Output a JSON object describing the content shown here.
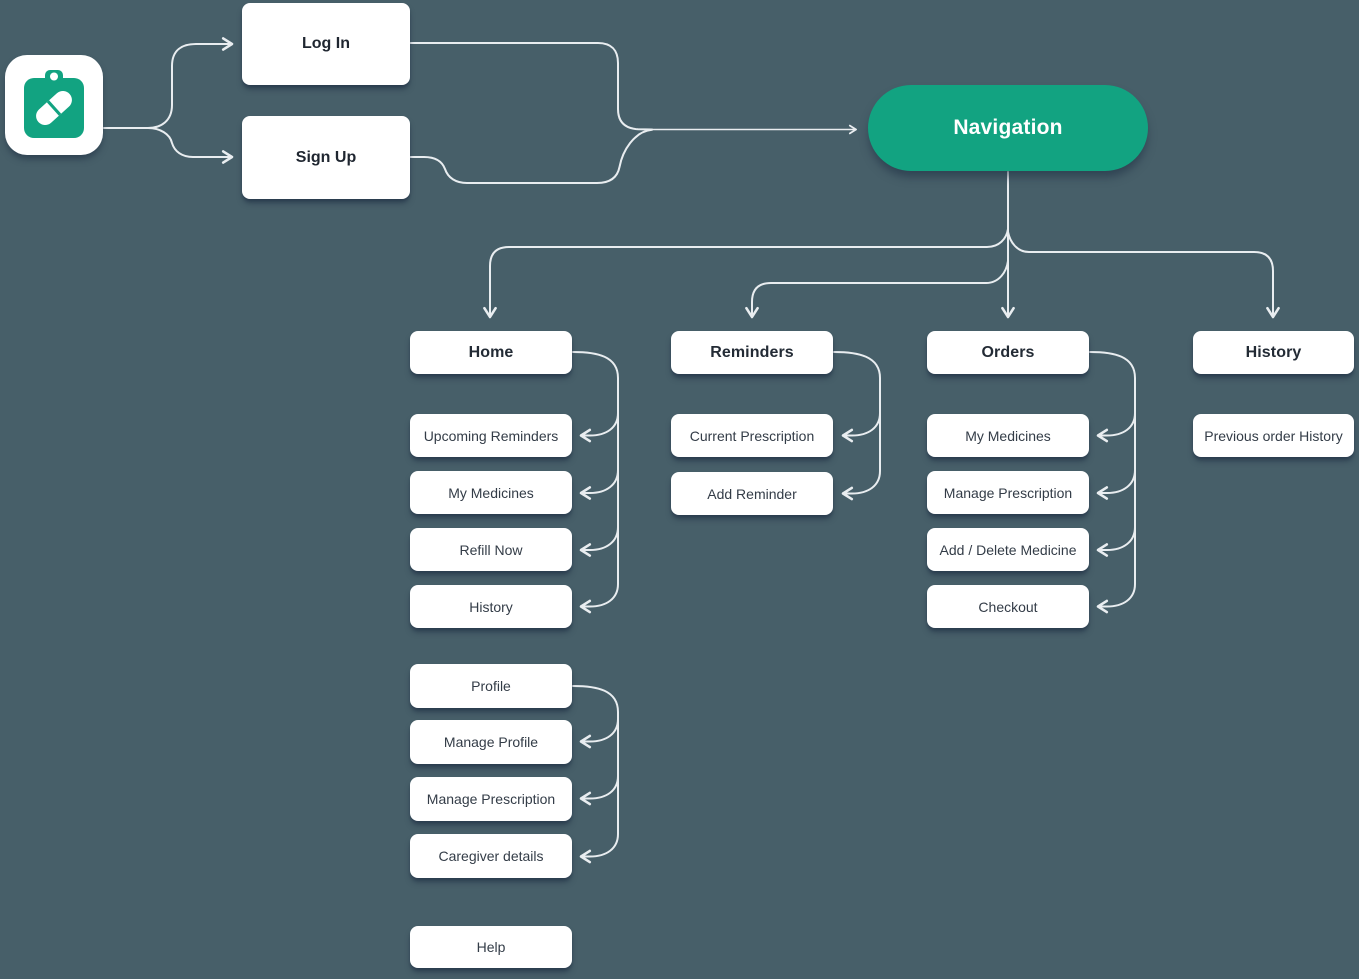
{
  "logo": {
    "icon": "clipboard-pill-icon"
  },
  "auth": {
    "login_label": "Log In",
    "signup_label": "Sign Up"
  },
  "navigation": {
    "label": "Navigation"
  },
  "sections": {
    "home": {
      "title": "Home",
      "items": [
        "Upcoming Reminders",
        "My Medicines",
        "Refill Now",
        "History"
      ]
    },
    "reminders": {
      "title": "Reminders",
      "items": [
        "Current Prescription",
        "Add Reminder"
      ]
    },
    "orders": {
      "title": "Orders",
      "items": [
        "My Medicines",
        "Manage Prescription",
        "Add / Delete Medicine",
        "Checkout"
      ]
    },
    "history": {
      "title": "History",
      "items": [
        "Previous order History"
      ]
    },
    "profile": {
      "title": "Profile",
      "items": [
        "Manage Profile",
        "Manage Prescription",
        "Caregiver details"
      ]
    },
    "help": {
      "title": "Help"
    }
  },
  "colors": {
    "background": "#475f69",
    "node_fill": "#ffffff",
    "accent_green": "#12a381",
    "connector": "#e9edf0",
    "shadow": "#1f2e43",
    "text_dark": "#232b35"
  }
}
